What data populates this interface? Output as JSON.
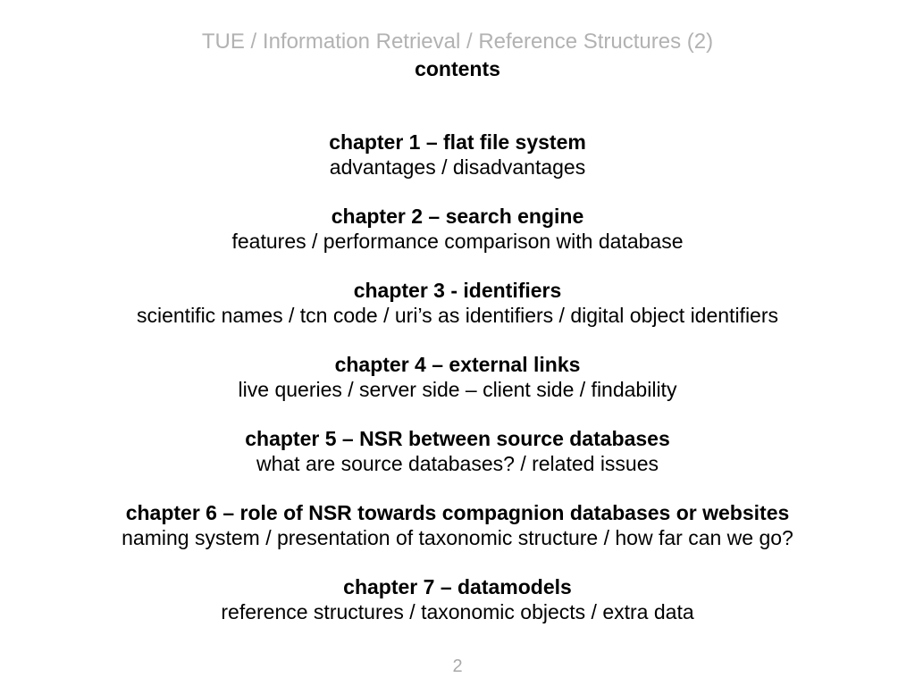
{
  "header": {
    "title": "TUE / Information Retrieval / Reference Structures (2)",
    "subtitle": "contents"
  },
  "chapters": [
    {
      "heading": "chapter 1 – flat file system",
      "details": "advantages / disadvantages"
    },
    {
      "heading": "chapter 2 – search engine",
      "details": "features / performance comparison with database"
    },
    {
      "heading": "chapter 3 - identifiers",
      "details": "scientific names / tcn code / uri’s as identifiers / digital object identifiers"
    },
    {
      "heading": "chapter 4 – external links",
      "details": "live queries / server side – client side / findability"
    },
    {
      "heading": "chapter 5 – NSR between source databases",
      "details": "what are source databases? / related issues"
    },
    {
      "heading": "chapter 6 – role of NSR towards compagnion databases or websites",
      "details": "naming system / presentation of taxonomic structure / how far can we go?"
    },
    {
      "heading": "chapter 7 – datamodels",
      "details": "reference structures / taxonomic objects / extra data"
    }
  ],
  "footer": {
    "page_number": "2"
  },
  "colors": {
    "background": "#ffffff",
    "text": "#000000",
    "muted_title": "#b2b2b2",
    "page_number": "#a9a9a9"
  }
}
